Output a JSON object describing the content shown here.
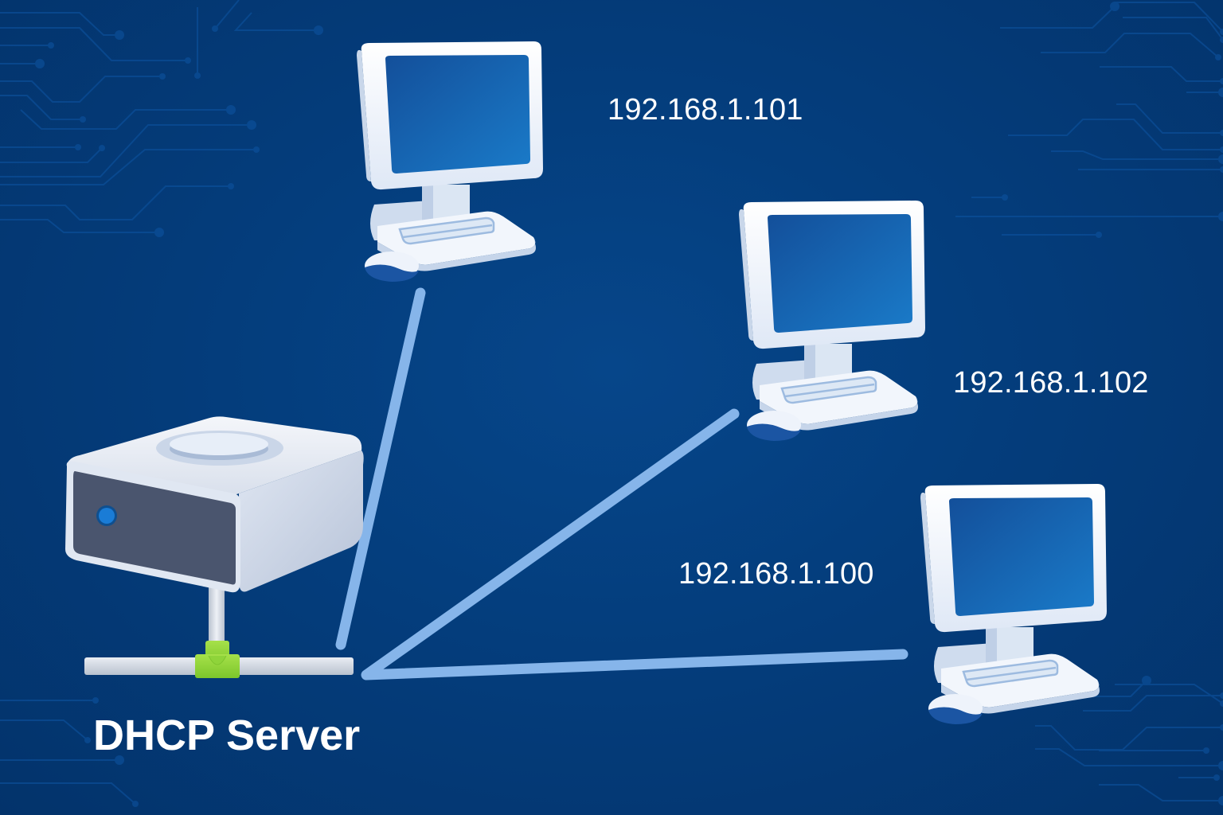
{
  "diagram": {
    "title": "DHCP Server",
    "colors": {
      "background": "#043d7c",
      "link": "#86b5ea",
      "monitor_body": "#eef3fb",
      "screen": "#1560ad",
      "server_panel": "#4a556e",
      "server_led": "#1a7cd6",
      "connector": "#8fd43a"
    },
    "server": {
      "name": "DHCP Server",
      "icon": "server-icon"
    },
    "clients": [
      {
        "id": "client-1",
        "ip": "192.168.1.101",
        "icon": "desktop-computer-icon"
      },
      {
        "id": "client-2",
        "ip": "192.168.1.102",
        "icon": "desktop-computer-icon"
      },
      {
        "id": "client-3",
        "ip": "192.168.1.100",
        "icon": "desktop-computer-icon"
      }
    ],
    "links": [
      {
        "from": "DHCP Server",
        "to": "192.168.1.101"
      },
      {
        "from": "DHCP Server",
        "to": "192.168.1.102"
      },
      {
        "from": "DHCP Server",
        "to": "192.168.1.100"
      }
    ]
  }
}
